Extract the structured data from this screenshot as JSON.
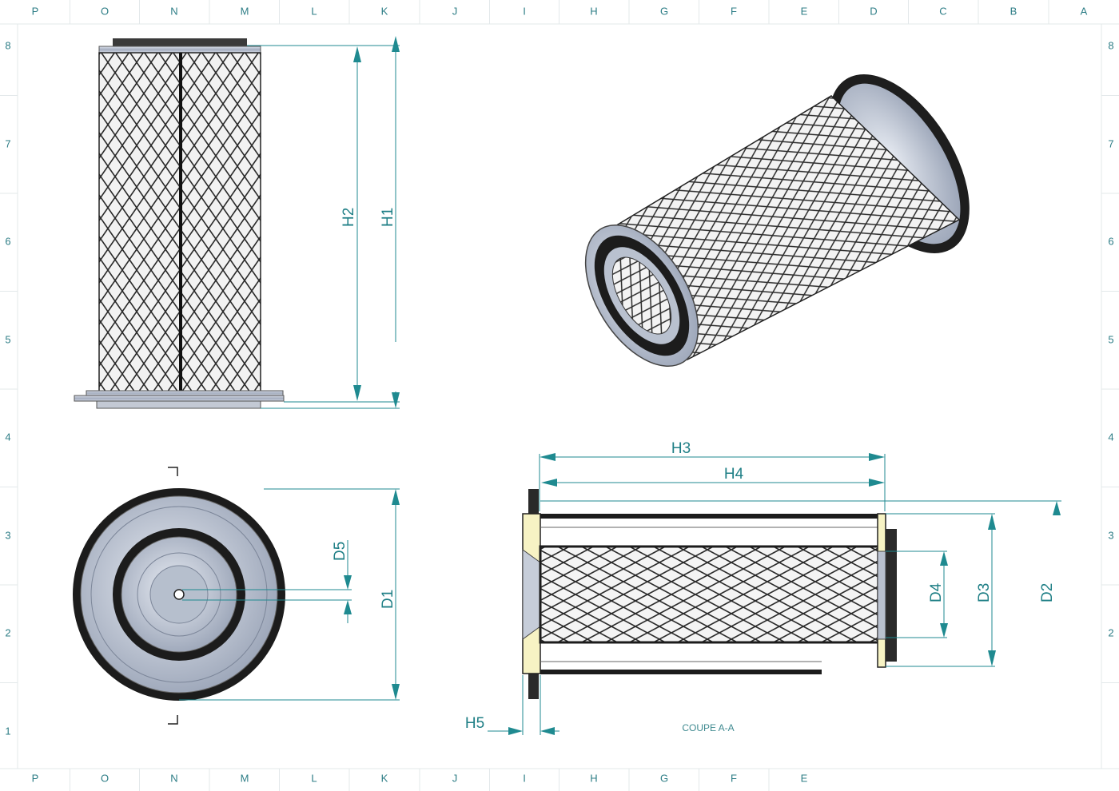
{
  "border": {
    "columns": [
      "P",
      "O",
      "N",
      "M",
      "L",
      "K",
      "J",
      "I",
      "H",
      "G",
      "F",
      "E",
      "D",
      "C",
      "B",
      "A"
    ],
    "rows": [
      "8",
      "7",
      "6",
      "5",
      "4",
      "3",
      "2",
      "1"
    ]
  },
  "dimensions": {
    "h1": "H1",
    "h2": "H2",
    "h3": "H3",
    "h4": "H4",
    "h5": "H5",
    "d1": "D1",
    "d2": "D2",
    "d3": "D3",
    "d4": "D4",
    "d5": "D5"
  },
  "section_label": "COUPE A-A",
  "colors": {
    "dimension": "#1f8a90",
    "steel": "#a9b3c4",
    "gasket": "#1c1c1c"
  }
}
